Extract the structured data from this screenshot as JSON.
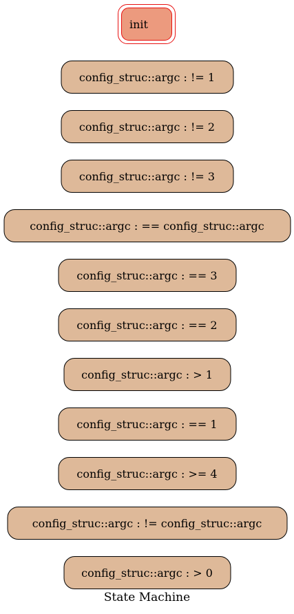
{
  "init_state": "init",
  "states": [
    "config_struc::argc : != 1",
    "config_struc::argc : != 2",
    "config_struc::argc : != 3",
    "config_struc::argc : == config_struc::argc",
    "config_struc::argc : == 3",
    "config_struc::argc : == 2",
    "config_struc::argc : > 1",
    "config_struc::argc : == 1",
    "config_struc::argc : >= 4",
    "config_struc::argc : != config_struc::argc",
    "config_struc::argc : > 0"
  ],
  "caption": "State Machine",
  "colors": {
    "node_fill": "#deb999",
    "init_fill": "#ec9a7e",
    "init_border": "#e81010"
  }
}
